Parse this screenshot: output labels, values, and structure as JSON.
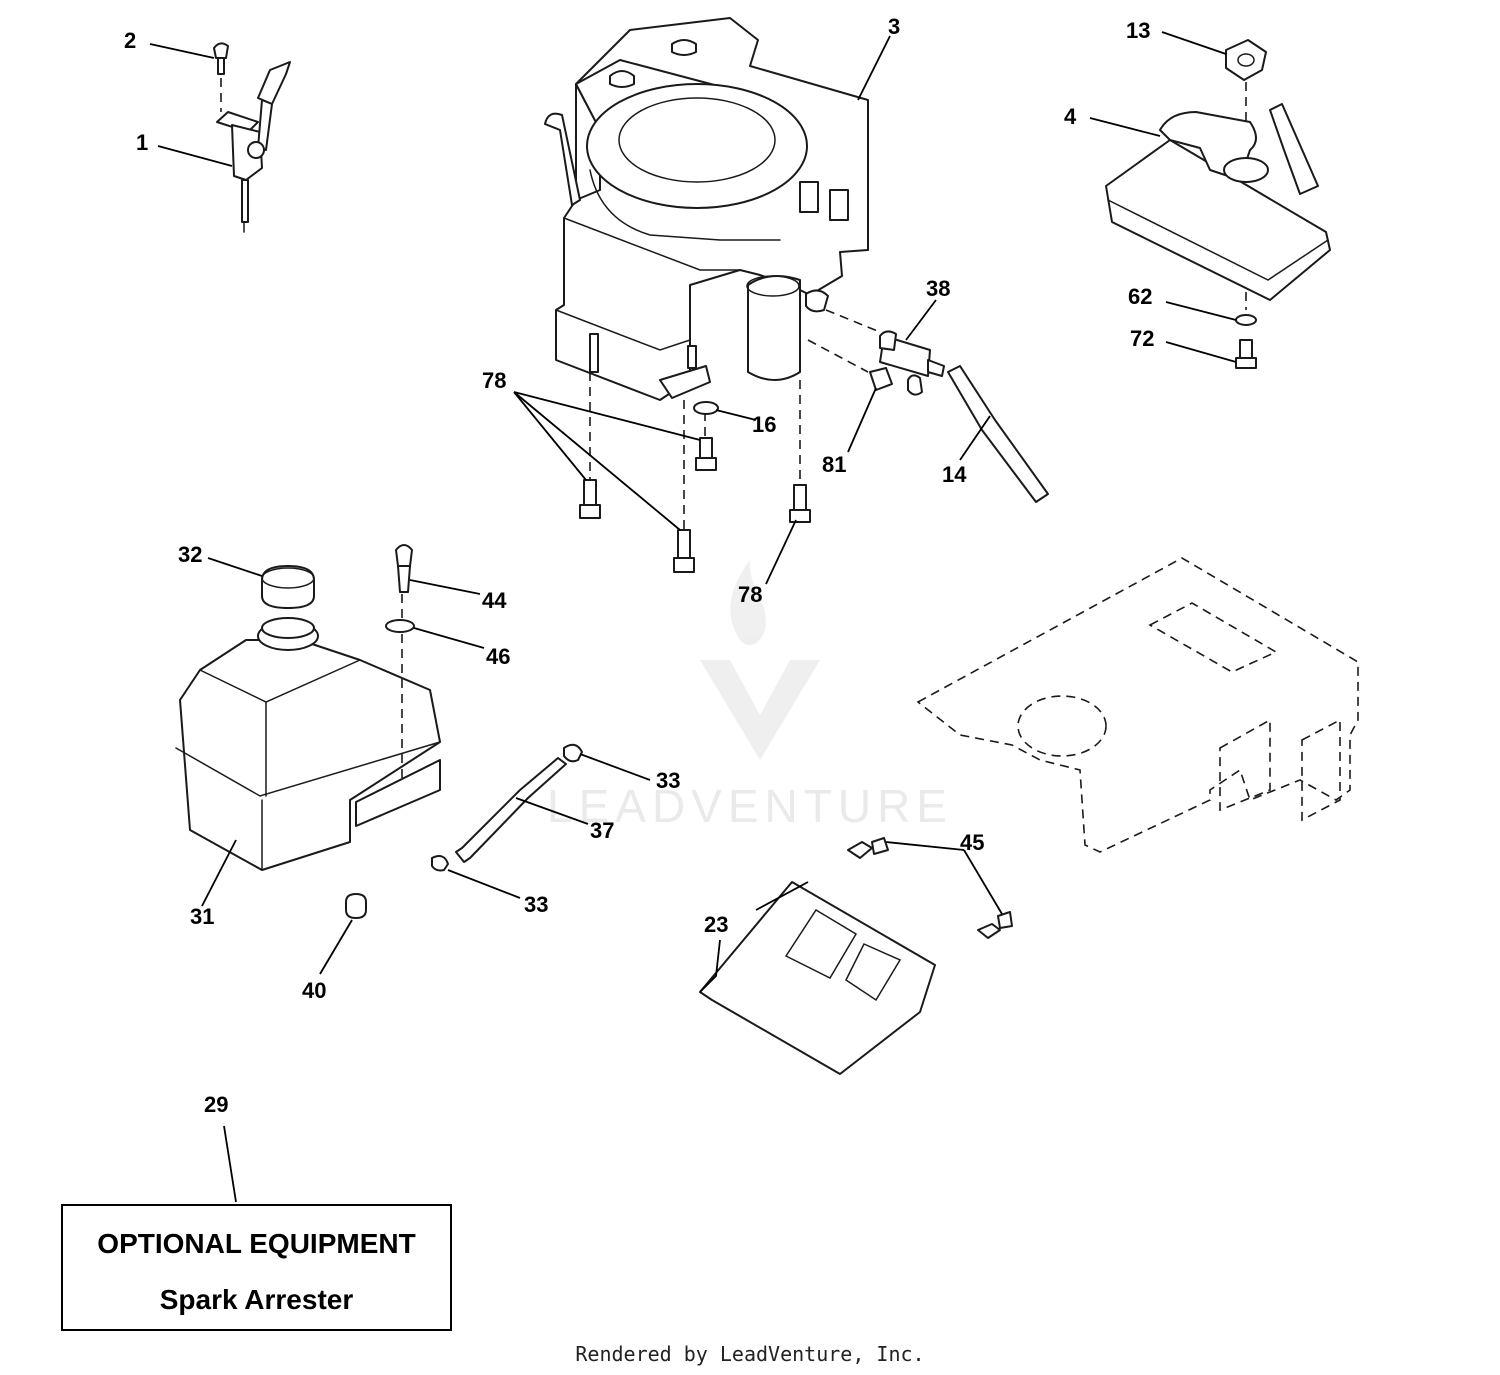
{
  "callouts": {
    "c1": "1",
    "c2": "2",
    "c3": "3",
    "c4": "4",
    "c13": "13",
    "c14": "14",
    "c16": "16",
    "c23": "23",
    "c29": "29",
    "c31": "31",
    "c32": "32",
    "c33a": "33",
    "c33b": "33",
    "c37": "37",
    "c38": "38",
    "c40": "40",
    "c44": "44",
    "c45": "45",
    "c46": "46",
    "c62": "62",
    "c72": "72",
    "c78a": "78",
    "c78b": "78",
    "c81": "81"
  },
  "optional_box": {
    "title": "OPTIONAL EQUIPMENT",
    "subtitle": "Spark Arrester"
  },
  "watermark": "LEADVENTURE",
  "footer": "Rendered by LeadVenture, Inc."
}
